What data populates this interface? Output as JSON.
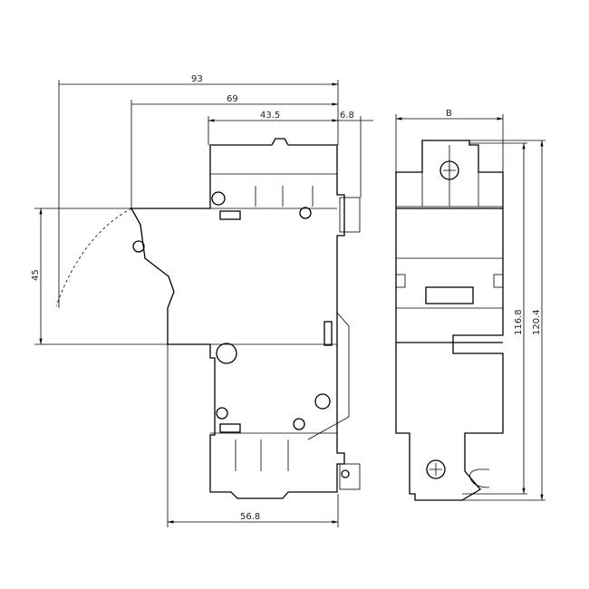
{
  "dimensions": {
    "overall_open_depth": "93",
    "lever_depth": "69",
    "upper_depth": "43.5",
    "terminal_offset": "6.8",
    "lever_swing_height": "45",
    "body_depth": "56.8",
    "width": "B",
    "body_height": "116.8",
    "overall_height": "120.4"
  },
  "colors": {
    "line": "#000000",
    "background": "#ffffff"
  }
}
